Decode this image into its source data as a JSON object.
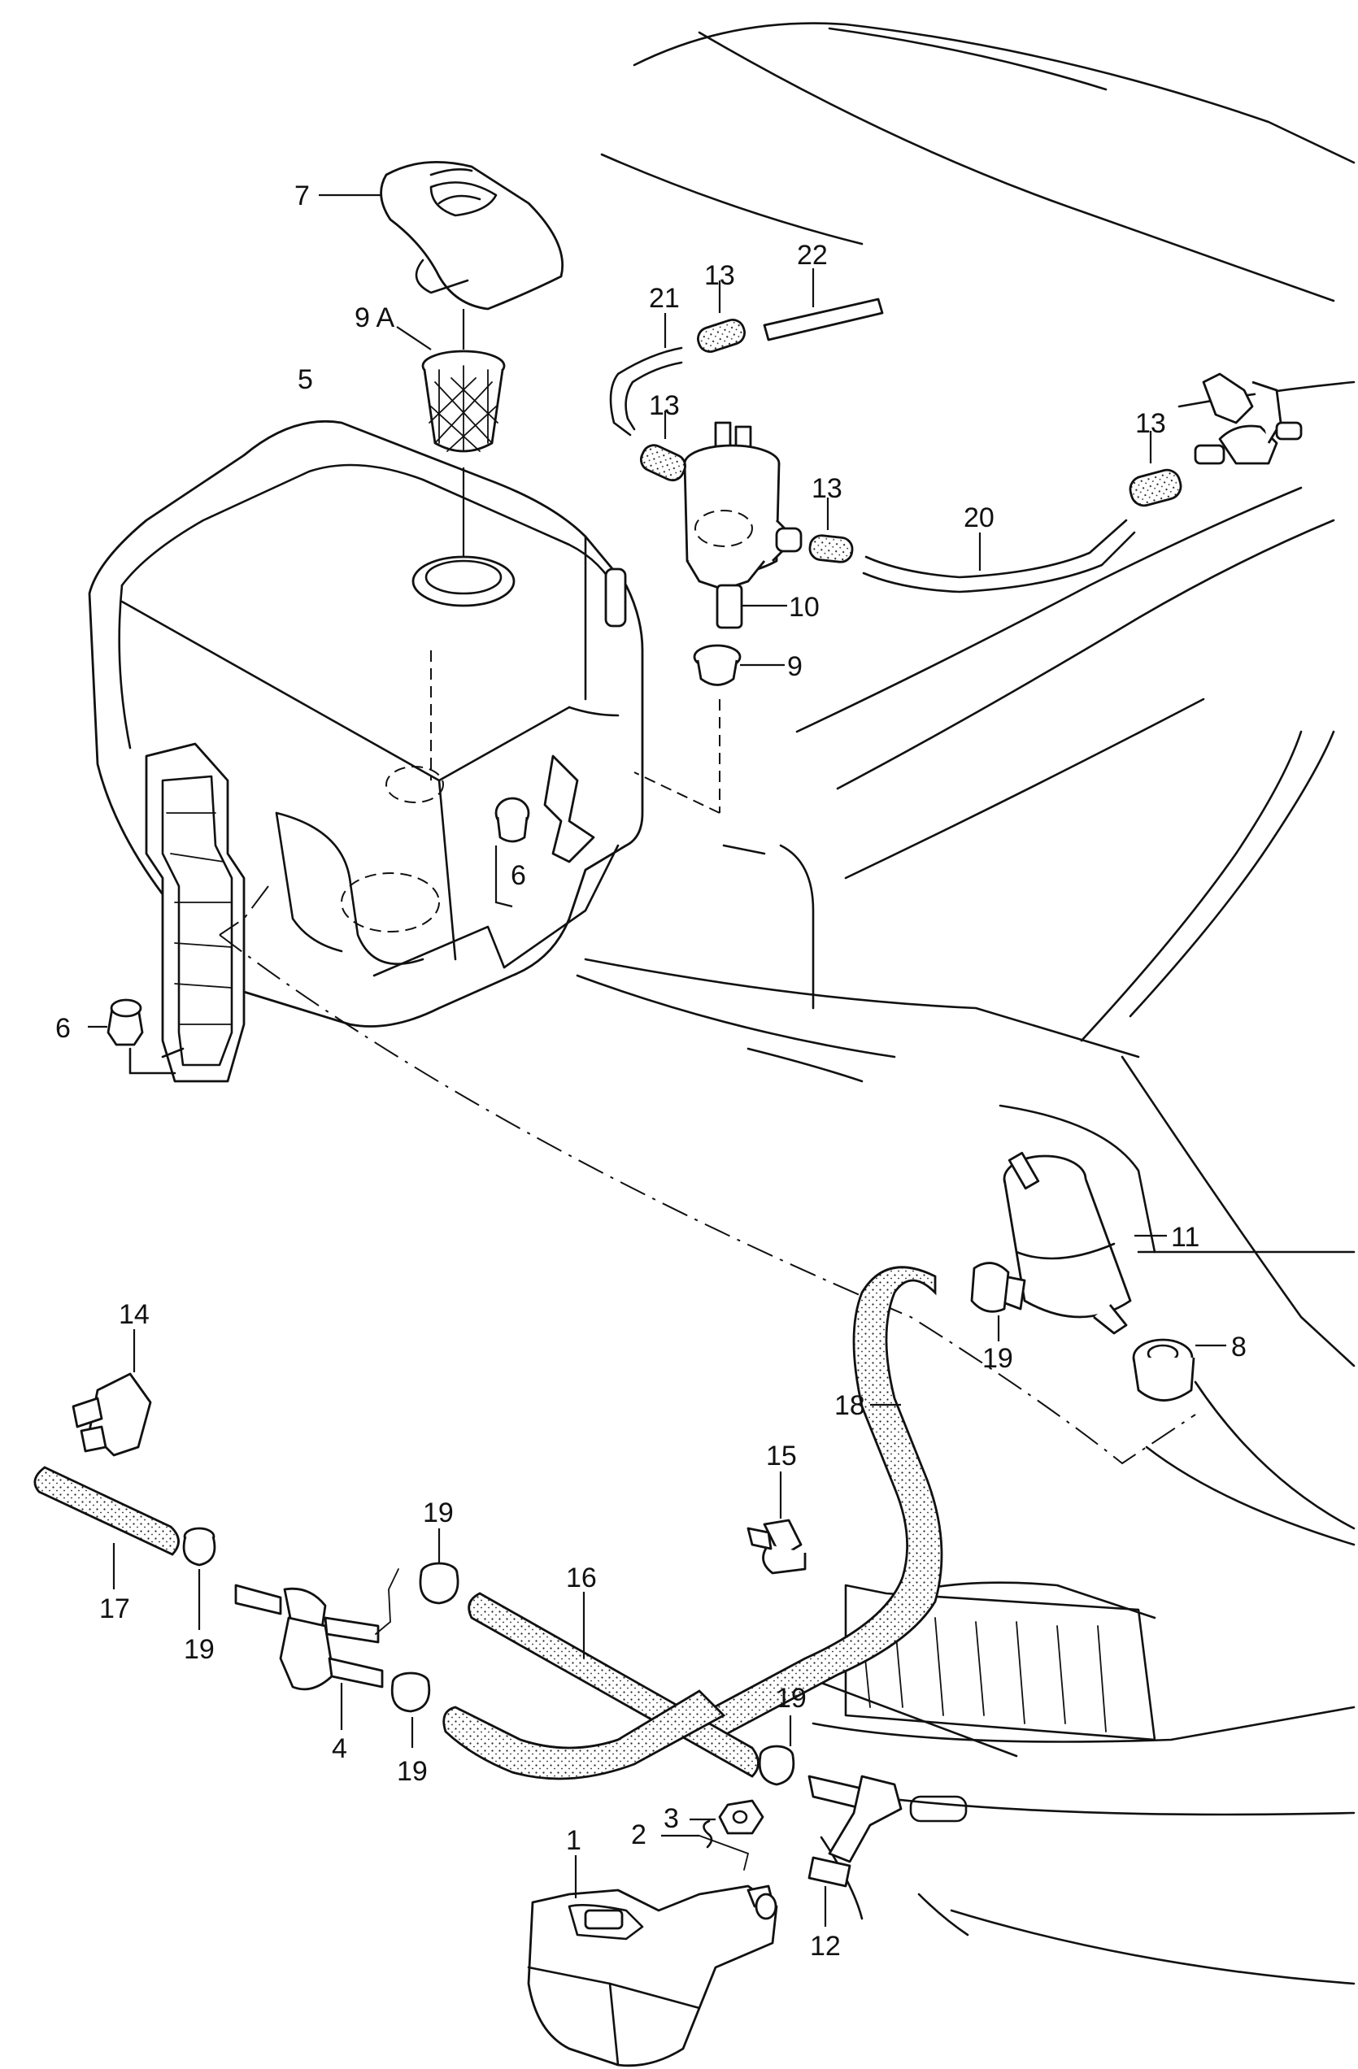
{
  "labels": [
    {
      "id": "1",
      "text": "1"
    },
    {
      "id": "2",
      "text": "2"
    },
    {
      "id": "3",
      "text": "3"
    },
    {
      "id": "4",
      "text": "4"
    },
    {
      "id": "5",
      "text": "5"
    },
    {
      "id": "6a",
      "text": "6"
    },
    {
      "id": "6b",
      "text": "6"
    },
    {
      "id": "7",
      "text": "7"
    },
    {
      "id": "8",
      "text": "8"
    },
    {
      "id": "9",
      "text": "9"
    },
    {
      "id": "9A",
      "text": "9 A"
    },
    {
      "id": "10",
      "text": "10"
    },
    {
      "id": "11",
      "text": "11"
    },
    {
      "id": "12",
      "text": "12"
    },
    {
      "id": "13a",
      "text": "13"
    },
    {
      "id": "13b",
      "text": "13"
    },
    {
      "id": "13c",
      "text": "13"
    },
    {
      "id": "13d",
      "text": "13"
    },
    {
      "id": "14",
      "text": "14"
    },
    {
      "id": "15",
      "text": "15"
    },
    {
      "id": "16",
      "text": "16"
    },
    {
      "id": "17",
      "text": "17"
    },
    {
      "id": "18",
      "text": "18"
    },
    {
      "id": "19a",
      "text": "19"
    },
    {
      "id": "19b",
      "text": "19"
    },
    {
      "id": "19c",
      "text": "19"
    },
    {
      "id": "19d",
      "text": "19"
    },
    {
      "id": "19e",
      "text": "19"
    },
    {
      "id": "20",
      "text": "20"
    },
    {
      "id": "21",
      "text": "21"
    },
    {
      "id": "22",
      "text": "22"
    }
  ]
}
